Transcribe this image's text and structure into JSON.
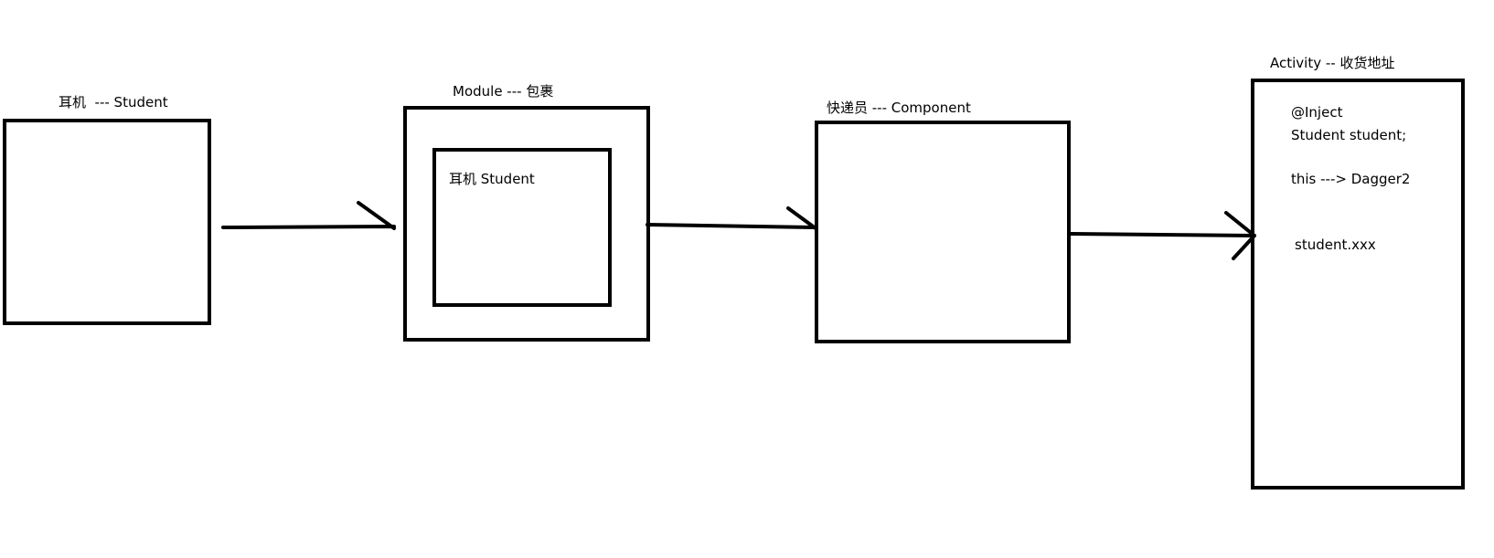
{
  "student_label": "耳机  --- Student",
  "module_label": "Module --- 包裹",
  "module_inner_label": "耳机 Student",
  "component_label": "快递员 --- Component",
  "activity_label": "Activity -- 收货地址",
  "activity_code": {
    "line1": "@Inject",
    "line2": "Student student;",
    "line3": "this ---> Dagger2",
    "line4": "student.xxx"
  },
  "colors": {
    "stroke": "#000000",
    "background": "#ffffff"
  }
}
